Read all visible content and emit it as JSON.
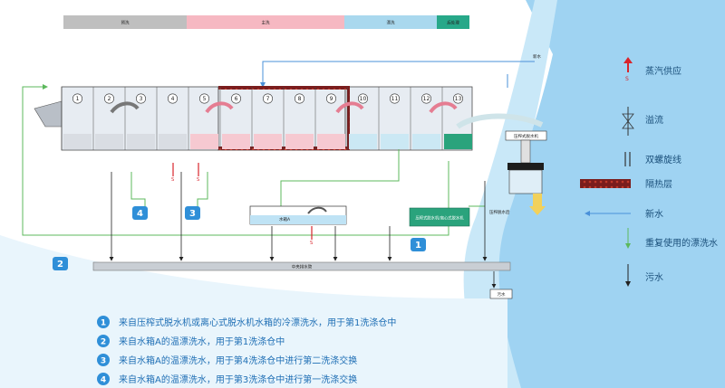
{
  "phases": [
    "预洗",
    "主洗",
    "漂洗",
    "后处理"
  ],
  "phase_colors": [
    "#bfbfbf",
    "#f6b8c2",
    "#a9d8ee",
    "#27a889"
  ],
  "compartments": [
    "1",
    "2",
    "3",
    "4",
    "5",
    "6",
    "7",
    "8",
    "9",
    "10",
    "11",
    "12",
    "13"
  ],
  "labels": {
    "new_water_top": "新水",
    "tank_a": "水箱A",
    "press": "压榨式脱水机/离心式脱水机",
    "press_box": "压榨式脱水机",
    "press_side": "压榨脱水后",
    "central_drain": "中央排水管",
    "sewage": "污水"
  },
  "badges": [
    "1",
    "2",
    "3",
    "4"
  ],
  "steam_marks": [
    "S",
    "S",
    "S"
  ],
  "legend": [
    {
      "icon": "steam-arrow-icon",
      "label": "蒸汽供应",
      "mark": "S"
    },
    {
      "icon": "overflow-valve-icon",
      "label": "溢流"
    },
    {
      "icon": "double-screw-icon",
      "label": "双螺旋线"
    },
    {
      "icon": "insulation-icon",
      "label": "隔热层"
    },
    {
      "icon": "fresh-water-arrow-icon",
      "label": "新水"
    },
    {
      "icon": "reused-water-arrow-icon",
      "label": "重复使用的漂洗水"
    },
    {
      "icon": "sewage-arrow-icon",
      "label": "污水"
    }
  ],
  "notes": [
    {
      "num": "1",
      "text": "来自压榨式脱水机或离心式脱水机水箱的冷漂洗水，用于第1洗涤仓中"
    },
    {
      "num": "2",
      "text": "来自水箱A的温漂洗水，用于第1洗涤仓中"
    },
    {
      "num": "3",
      "text": "来自水箱A的温漂洗水，用于第4洗涤仓中进行第二洗涤交换"
    },
    {
      "num": "4",
      "text": "来自水箱A的温漂洗水，用于第3洗涤仓中进行第一洗涤交换"
    }
  ],
  "colors": {
    "fresh": "#4a90d9",
    "reused": "#5cb85c",
    "sewage": "#222222",
    "steam": "#d9242b",
    "badge": "#2f8fd8",
    "insulation": "#7a1d1d",
    "press": "#2aa37c"
  }
}
